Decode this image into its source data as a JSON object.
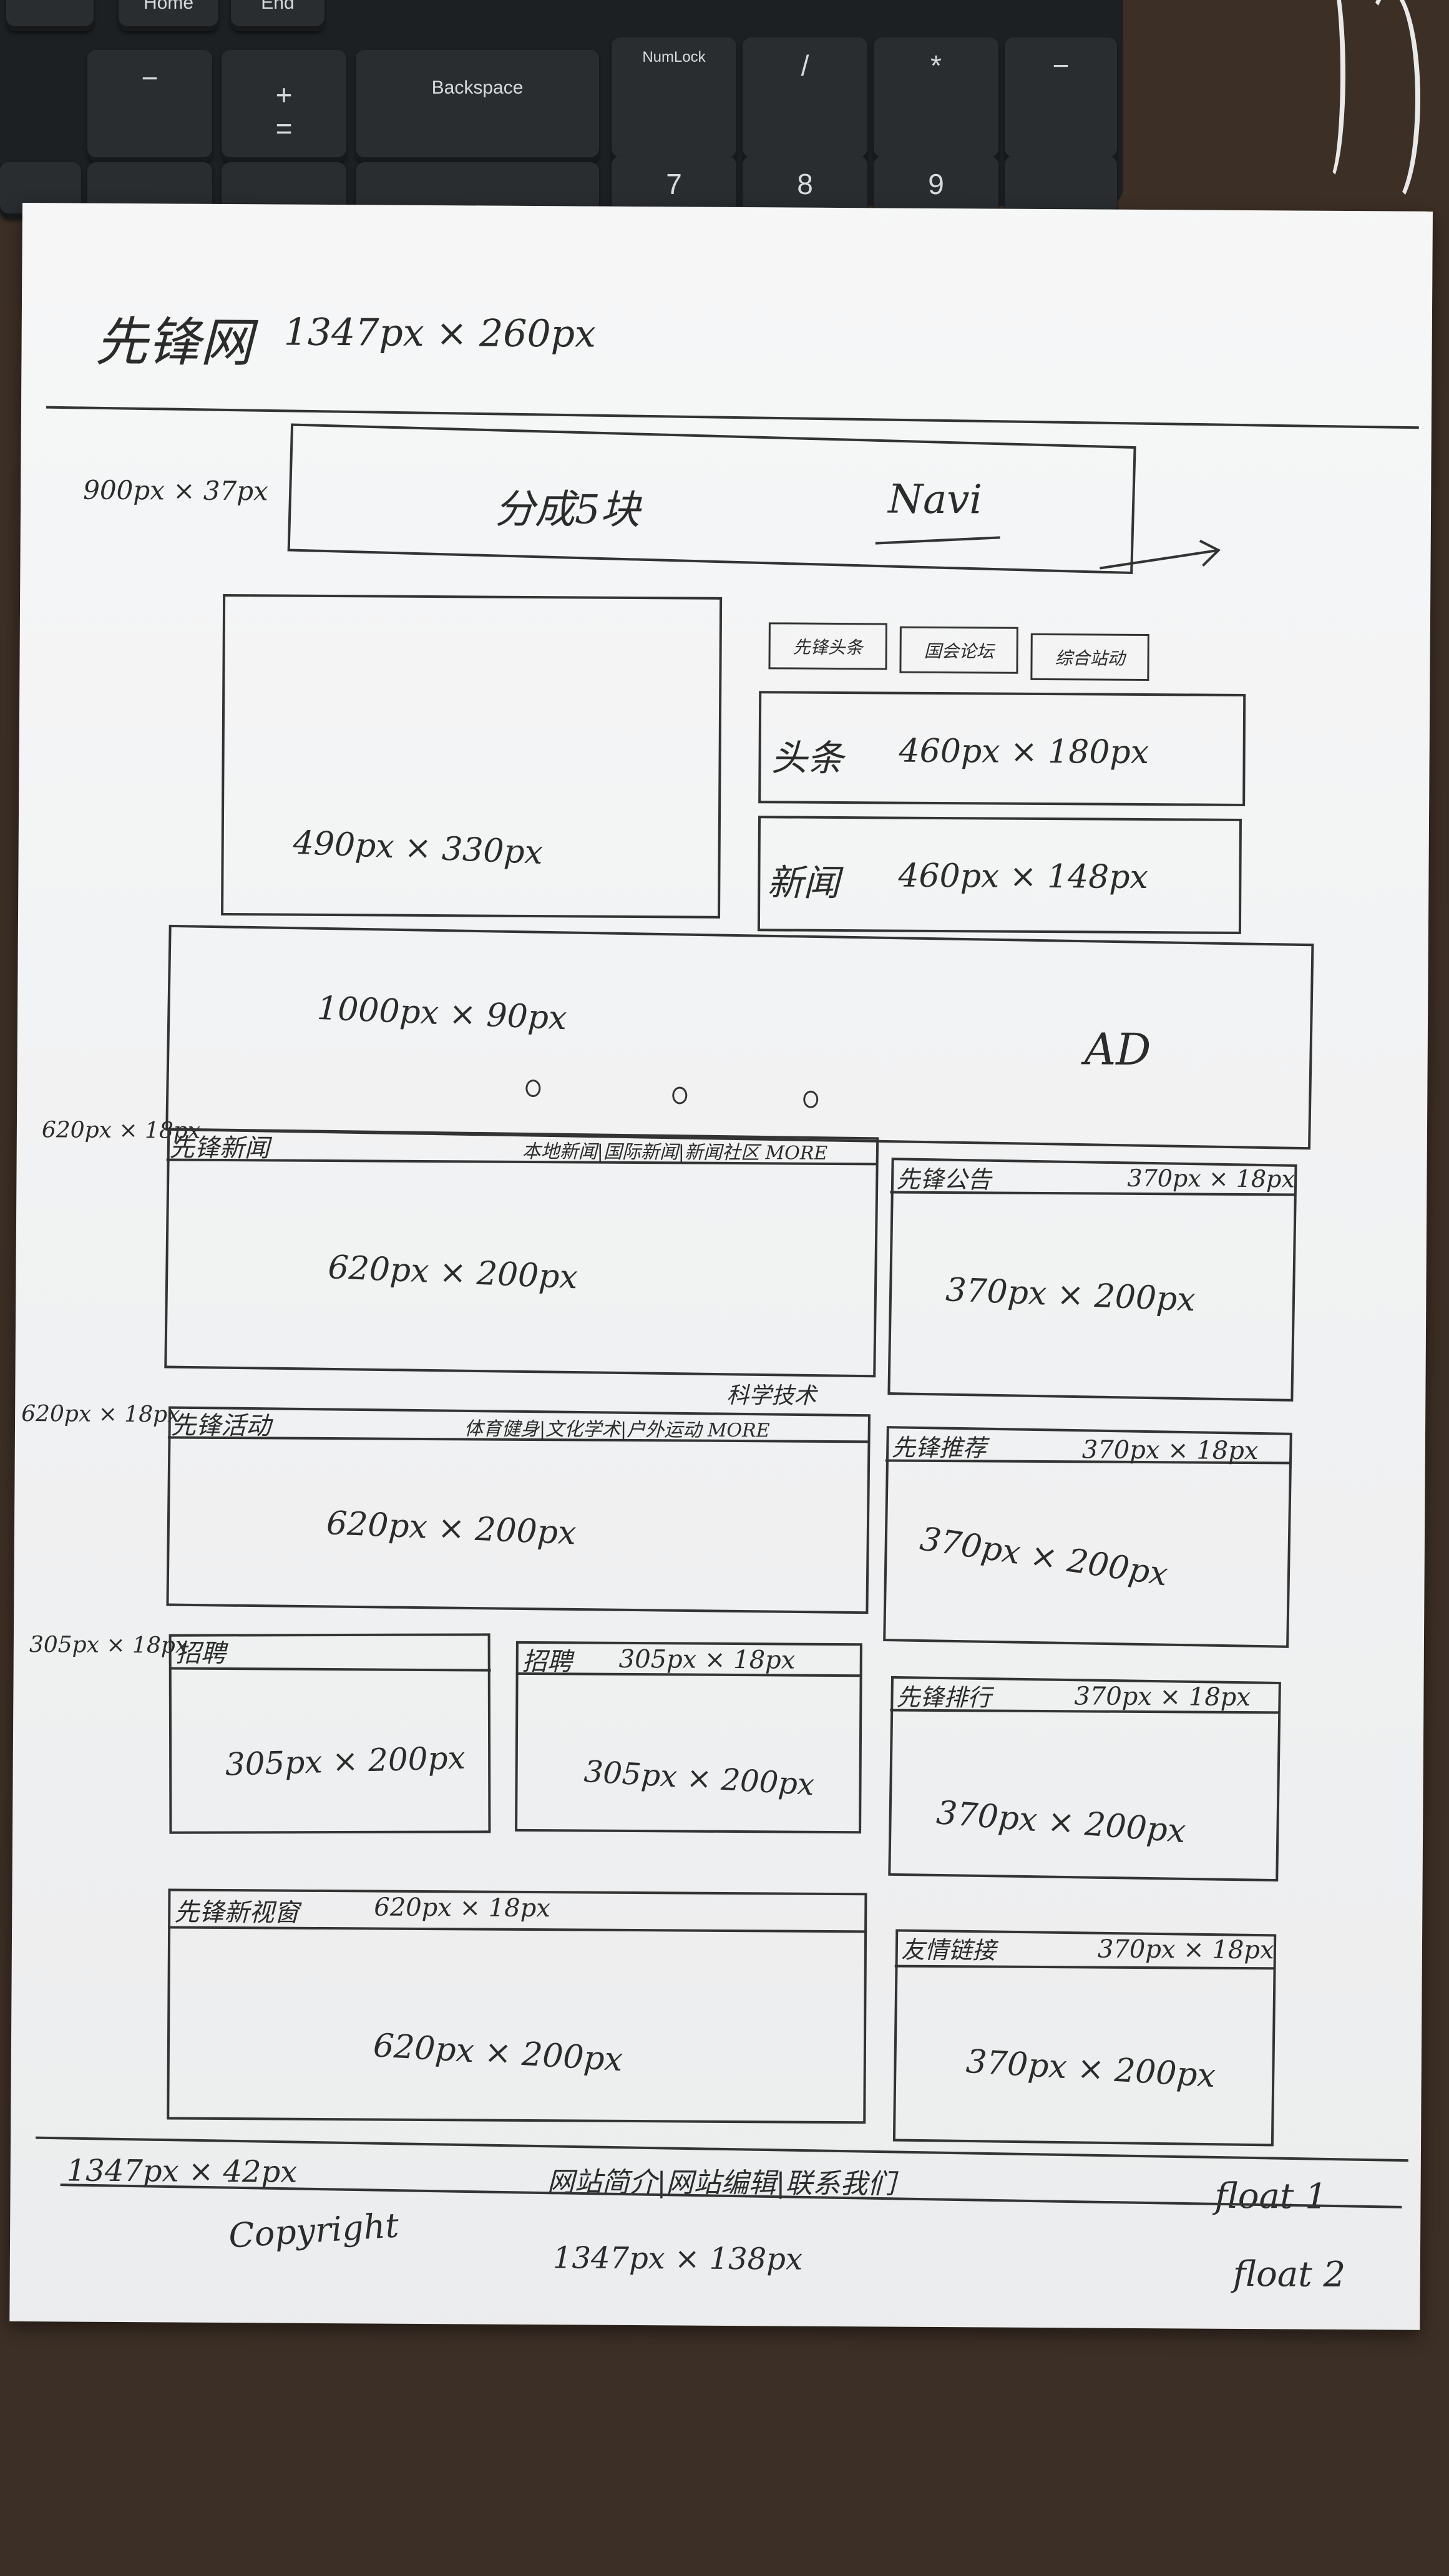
{
  "keyboard": {
    "keys": {
      "home": "Home",
      "end": "End",
      "minus": "−",
      "plus": "+",
      "equals": "=",
      "backspace": "Backspace",
      "numlock": "NumLock",
      "slash": "/",
      "star": "*",
      "num_minus": "−",
      "seven": "7",
      "eight": "8",
      "nine": "9"
    }
  },
  "sketch": {
    "title": "先锋网",
    "title_size": "1347px × 260px",
    "nav": {
      "size": "900px × 37px",
      "label": "分成5块",
      "navi": "Navi"
    },
    "slider": {
      "size": "490px × 330px"
    },
    "tabs": [
      "先锋头条",
      "国会论坛",
      "综合站动"
    ],
    "headline": {
      "label": "头条",
      "size": "460px × 180px"
    },
    "news": {
      "label": "新闻",
      "size": "460px × 148px"
    },
    "ad": {
      "size": "1000px × 90px",
      "label": "AD"
    },
    "row1": {
      "left_header_size": "620px × 18px",
      "left_title": "先锋新闻",
      "left_links": "本地新闻|国际新闻|新闻社区  MORE",
      "left_body": "620px × 200px",
      "right_title": "先锋公告",
      "right_header_size": "370px × 18px",
      "right_body": "370px × 200px"
    },
    "row2": {
      "left_header_size": "620px × 18px",
      "left_title": "先锋活动",
      "left_note": "科学技术",
      "left_links": "体育健身|文化学术|户外运动  MORE",
      "left_body": "620px × 200px",
      "right_title": "先锋推荐",
      "right_header_size": "370px × 18px",
      "right_body": "370px × 200px"
    },
    "row3": {
      "left_header_size": "305px × 18px",
      "left_title": "招聘",
      "left_body": "305px × 200px",
      "mid_title": "招聘",
      "mid_header_size": "305px × 18px",
      "mid_body": "305px × 200px",
      "right_title": "先锋排行",
      "right_header_size": "370px × 18px",
      "right_body": "370px × 200px"
    },
    "row4": {
      "left_title": "先锋新视窗",
      "left_header_size": "620px × 18px",
      "left_body": "620px × 200px",
      "right_title": "友情链接",
      "right_header_size": "370px × 18px",
      "right_body": "370px × 200px"
    },
    "footer": {
      "size1": "1347px × 42px",
      "links": "网站简介|网站编辑|联系我们",
      "float1": "float 1",
      "copyright": "Copyright",
      "size2": "1347px × 138px",
      "float2": "float 2"
    }
  }
}
